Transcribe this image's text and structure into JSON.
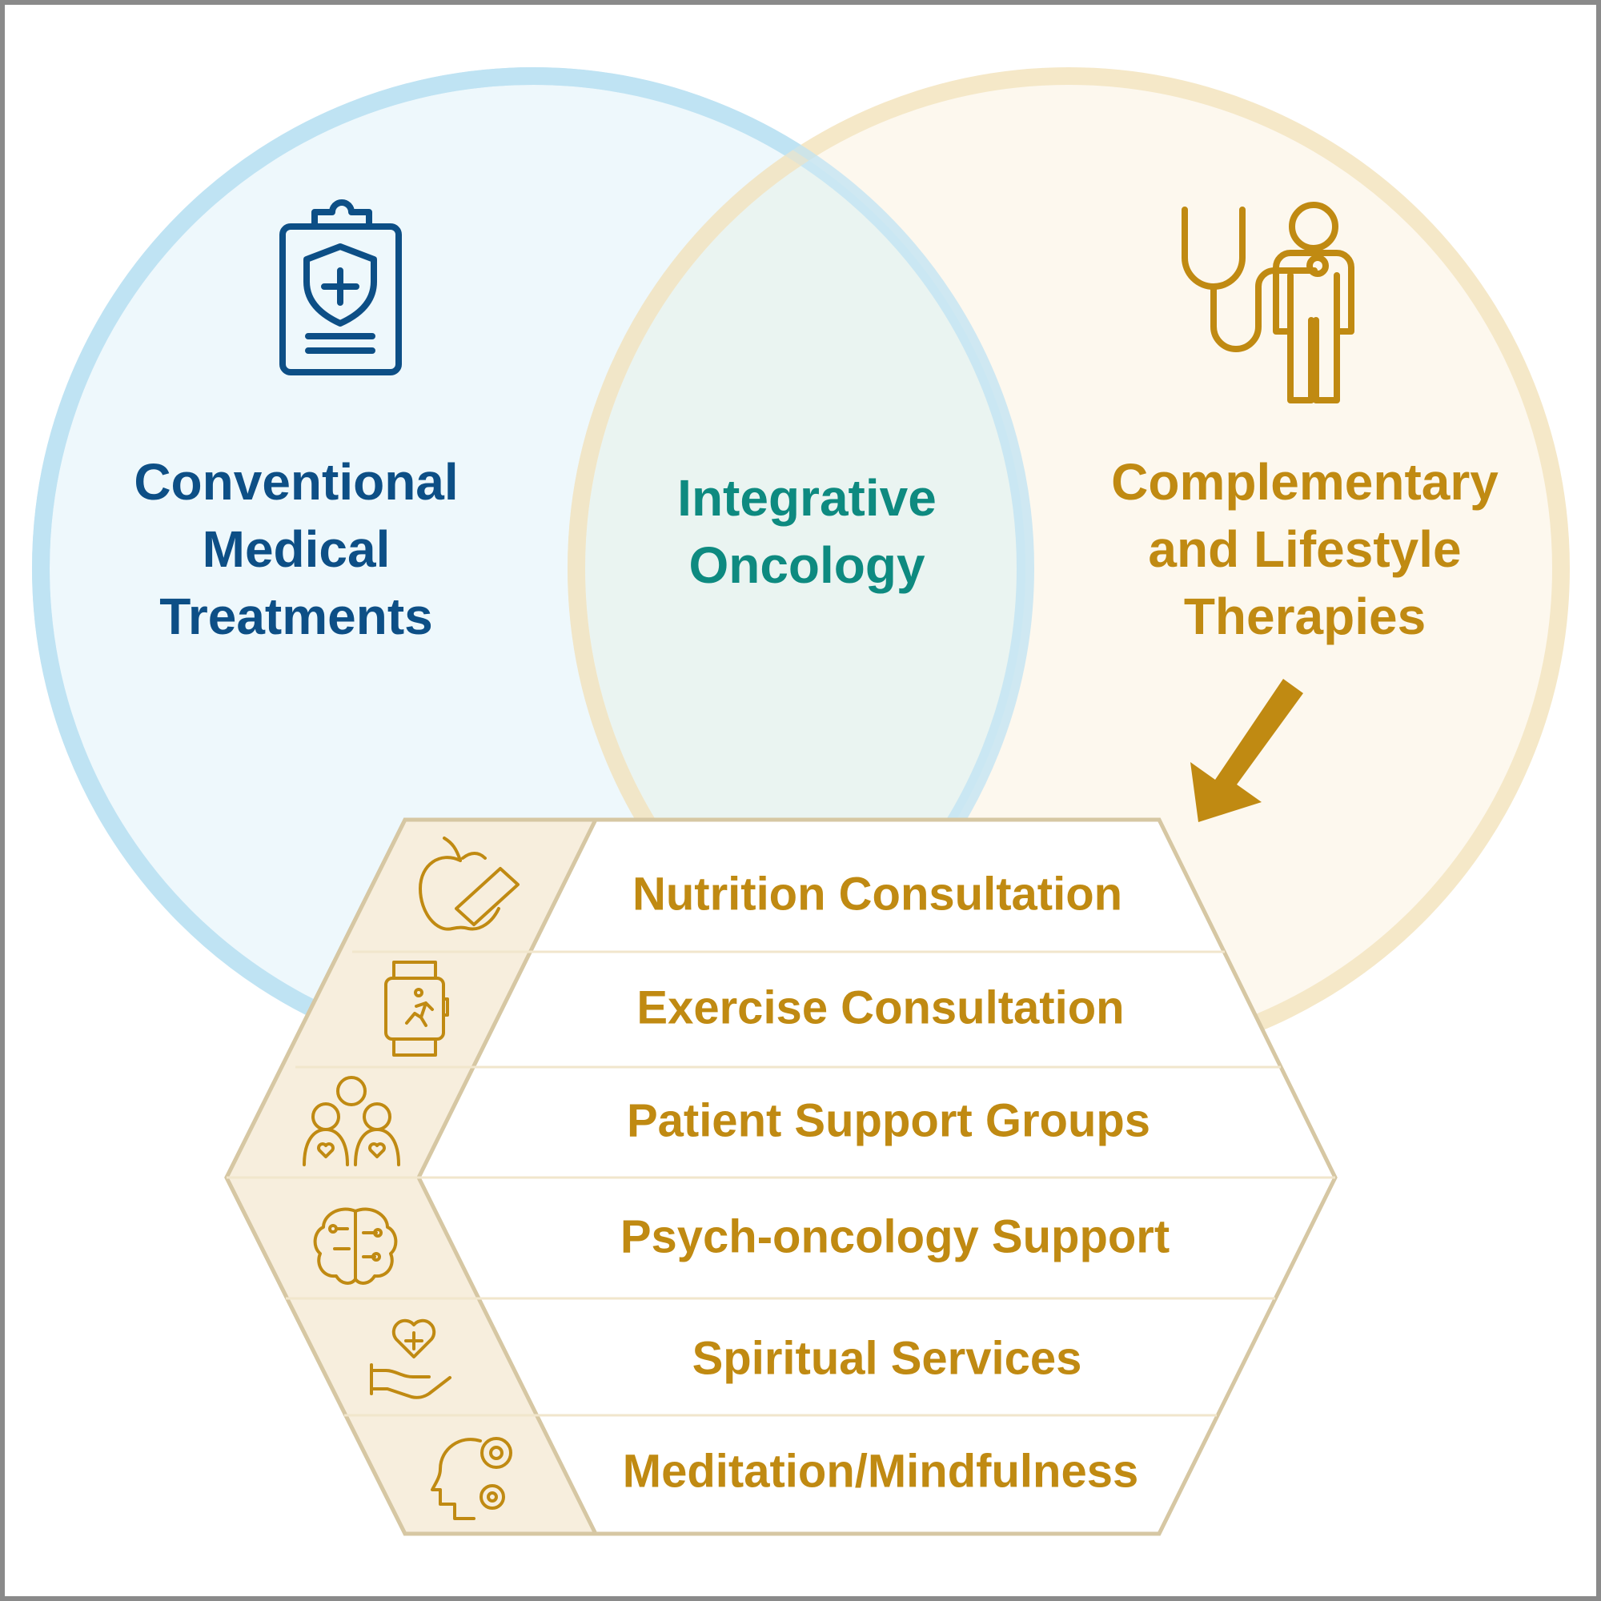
{
  "colors": {
    "conventional": "#0d4f86",
    "integrative": "#0e8a80",
    "complementary": "#c08a12"
  },
  "circles": {
    "left": {
      "title_lines": [
        "Conventional",
        "Medical",
        "Treatments"
      ],
      "icon": "clipboard-shield-icon"
    },
    "center": {
      "title_lines": [
        "Integrative",
        "Oncology"
      ]
    },
    "right": {
      "title_lines": [
        "Complementary",
        "and Lifestyle",
        "Therapies"
      ],
      "icon": "doctor-stethoscope-icon"
    }
  },
  "services": [
    {
      "label": "Nutrition Consultation",
      "icon": "apple-measuring-tape-icon"
    },
    {
      "label": "Exercise Consultation",
      "icon": "smartwatch-runner-icon"
    },
    {
      "label": "Patient Support Groups",
      "icon": "group-hearts-icon"
    },
    {
      "label": "Psych-oncology Support",
      "icon": "brain-circuit-icon"
    },
    {
      "label": "Spiritual Services",
      "icon": "hand-heart-icon"
    },
    {
      "label": "Meditation/Mindfulness",
      "icon": "head-gears-icon"
    }
  ]
}
